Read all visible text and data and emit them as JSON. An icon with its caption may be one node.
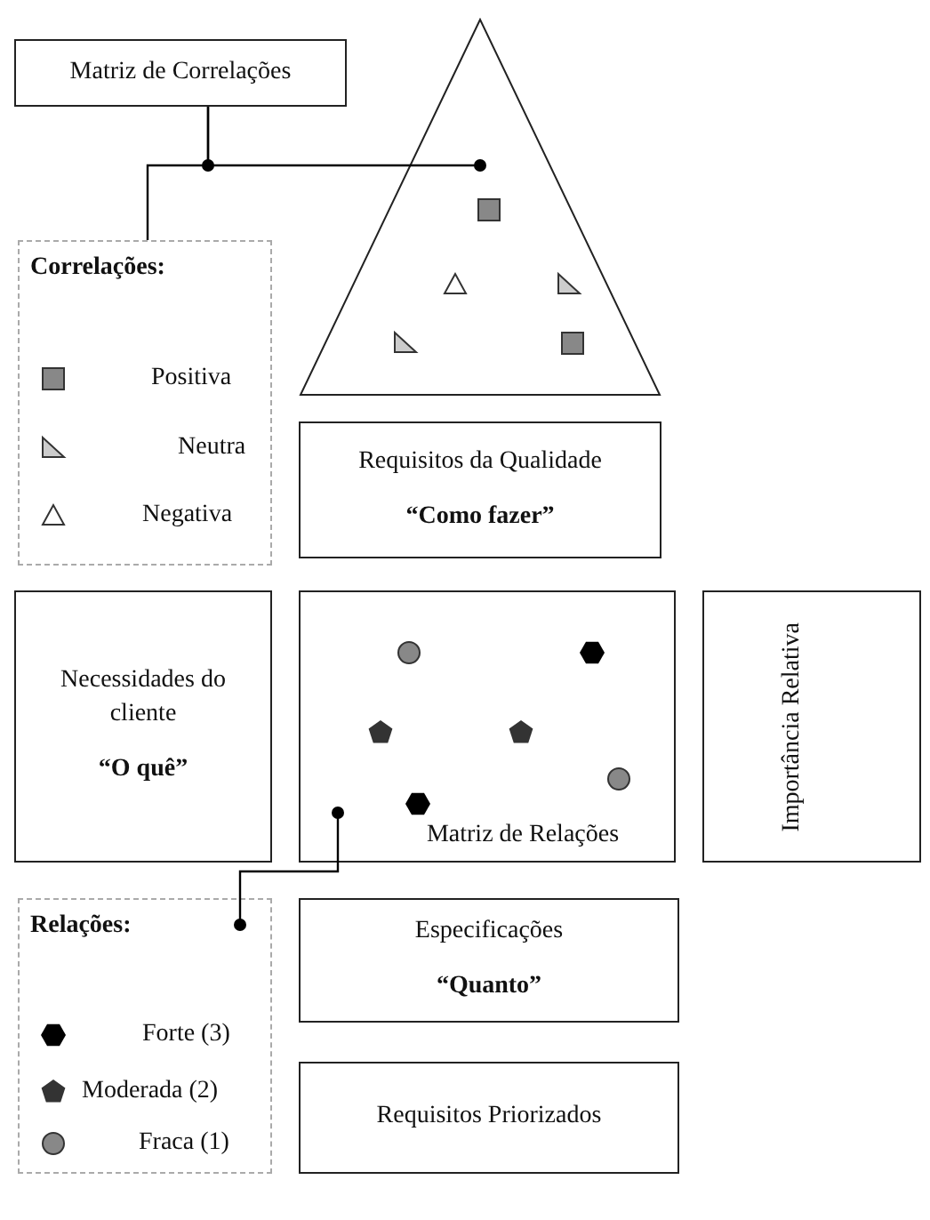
{
  "diagram": {
    "nodes": [
      {
        "text": [
          "Matriz de Correlações"
        ]
      },
      {
        "text": [],
        "shape": "triangle"
      },
      {
        "text": [
          "Correlações:"
        ]
      },
      {
        "text": [
          "Requisitos da Qualidade",
          "“Como fazer”"
        ]
      },
      {
        "text": [
          "Necessidades do cliente",
          "“O quê”"
        ]
      },
      {
        "text": [
          "Matriz de Relações"
        ]
      },
      {
        "text": [
          "Importância Relativa"
        ]
      },
      {
        "text": [
          "Relações:"
        ]
      },
      {
        "text": [
          "Especificações",
          "“Quanto”"
        ]
      },
      {
        "text": [
          "Requisitos Priorizados"
        ]
      }
    ],
    "edges": [
      {
        "from": 0,
        "to": 1,
        "arrow": "other"
      },
      {
        "from": 0,
        "to": 2,
        "arrow": "none"
      },
      {
        "from": 5,
        "to": 7,
        "arrow": "other"
      }
    ],
    "legend": [
      {
        "text": "Positiva"
      },
      {
        "text": "Neutra"
      },
      {
        "text": "Negativa"
      },
      {
        "text": "Forte (3)"
      },
      {
        "text": "Moderada (2)"
      },
      {
        "text": "Fraca (1)"
      }
    ]
  }
}
